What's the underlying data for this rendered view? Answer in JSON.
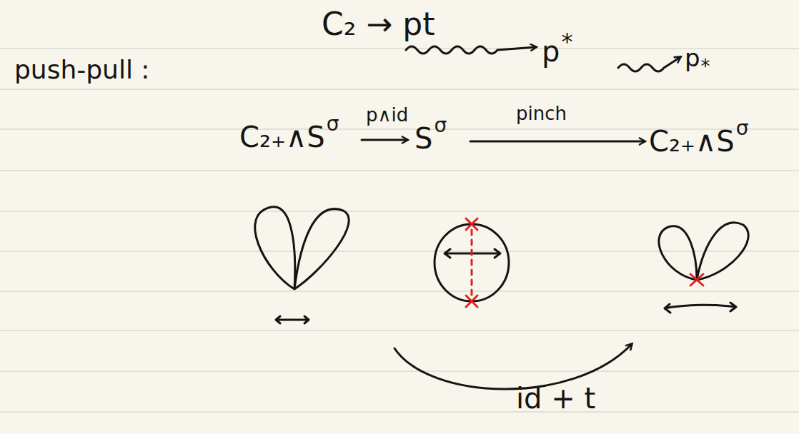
{
  "diagram": {
    "labels": [
      "C₂ → pt",
      "push-pull :",
      "p",
      "*",
      "p",
      "*",
      "C₂₊∧S",
      "σ",
      "p∧id",
      "S",
      "σ",
      "pinch",
      "C₂₊∧S",
      "σ",
      "id + t"
    ]
  }
}
